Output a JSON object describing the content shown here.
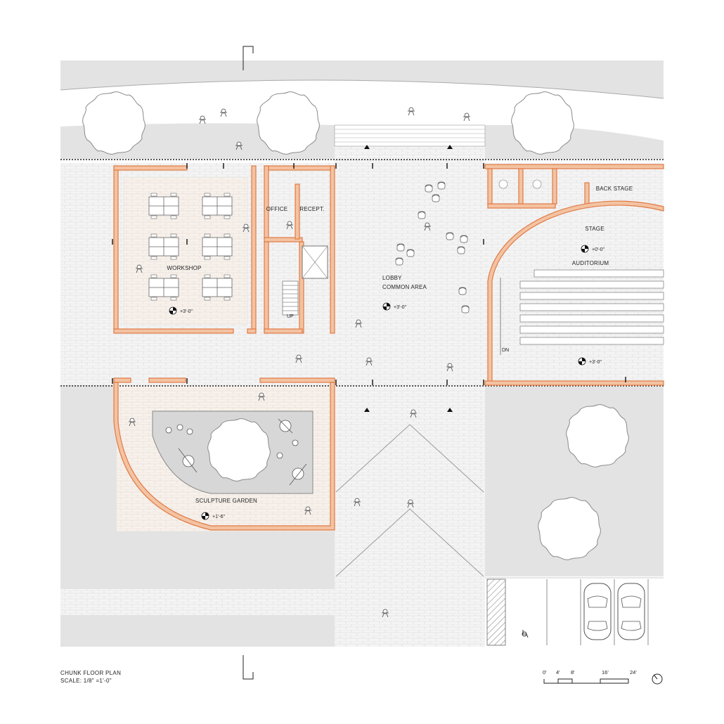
{
  "drawing": {
    "title": "CHUNK FLOOR PLAN",
    "scale_text": "SCALE: 1/8\" =1'-0\""
  },
  "rooms": {
    "workshop": "WORKSHOP",
    "office": "OFFICE",
    "reception": "RECEPT.",
    "lobby": "LOBBY",
    "common_area": "COMMON AREA",
    "back_stage": "BACK STAGE",
    "stage": "STAGE",
    "auditorium": "AUDITORIUM",
    "sculpture_garden": "SCULPTURE GARDEN"
  },
  "elevations": {
    "workshop": "+3'-0\"",
    "lobby": "+3'-0\"",
    "stage": "+0'-0\"",
    "auditorium": "+3'-0\"",
    "sculpture_garden": "+1'-6\""
  },
  "stairs": {
    "up": "UP",
    "down": "DN"
  },
  "scale_bar": {
    "ticks": [
      "0'",
      "4'",
      "8'",
      "16'",
      "24'"
    ]
  },
  "colors": {
    "wall": "#e07a45",
    "wall_fill": "#f3c3a2",
    "paving": "#f2f2f2",
    "ground": "#e4e4e4",
    "line": "#9a9a9a"
  },
  "icons": [
    "north-arrow-icon",
    "tree-icon",
    "car-icon",
    "section-flag-icon",
    "accessible-icon"
  ]
}
